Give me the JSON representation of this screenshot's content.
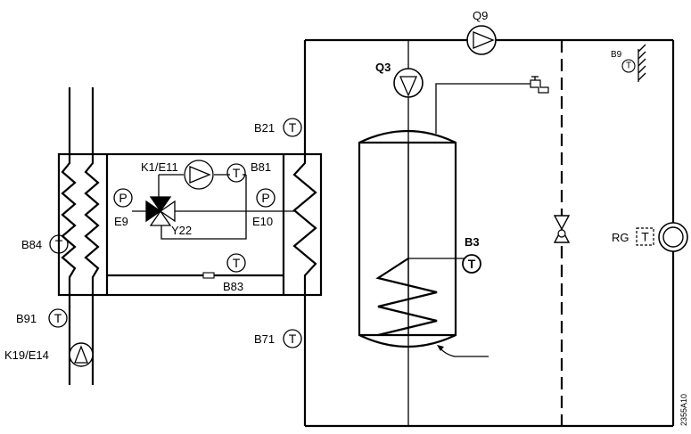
{
  "labels": {
    "q9": "Q9",
    "q3": "Q3",
    "b9": "B9",
    "b21": "B21",
    "k1e11": "K1/E11",
    "b81": "B81",
    "e9": "E9",
    "e10": "E10",
    "y22": "Y22",
    "b84": "B84",
    "b3": "B3",
    "rg": "RG",
    "b83": "B83",
    "b91": "B91",
    "b71": "B71",
    "k19e14": "K19/E14",
    "drawing_code": "2355A10"
  },
  "symbols": {
    "temperature": "T",
    "pressure": "P"
  }
}
